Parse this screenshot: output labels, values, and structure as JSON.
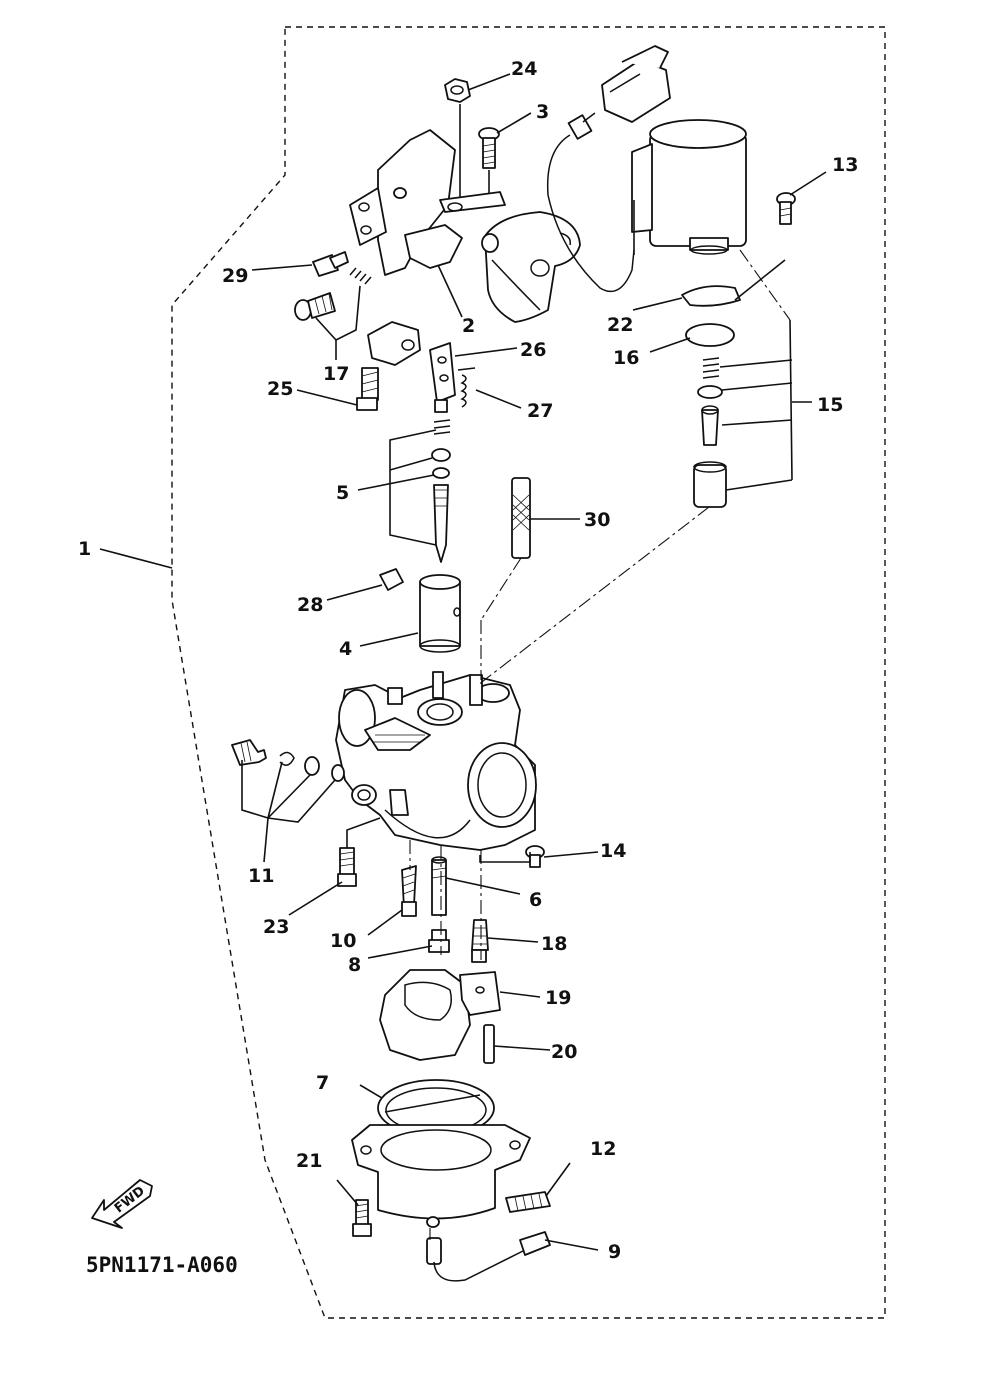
{
  "diagram": {
    "code": "5PN1171-A060",
    "direction_text": "FWD",
    "part_labels": [
      "1",
      "2",
      "3",
      "4",
      "5",
      "6",
      "7",
      "8",
      "9",
      "10",
      "11",
      "12",
      "13",
      "14",
      "15",
      "16",
      "17",
      "18",
      "19",
      "20",
      "21",
      "22",
      "23",
      "24",
      "25",
      "26",
      "27",
      "28",
      "29",
      "30"
    ]
  }
}
